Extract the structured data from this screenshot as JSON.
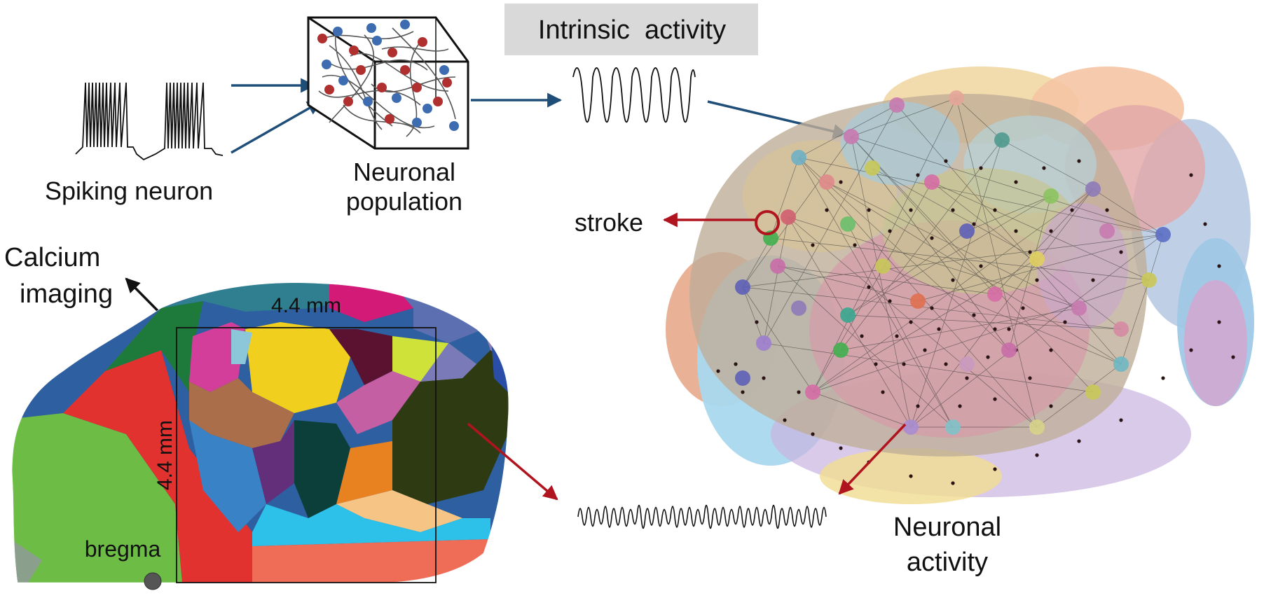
{
  "labels": {
    "spiking_neuron": "Spiking neuron",
    "neuronal_population_line1": "Neuronal",
    "neuronal_population_line2": "population",
    "intrinsic_activity": "Intrinsic  activity",
    "stroke": "stroke",
    "calcium_imaging_line1": "Calcium",
    "calcium_imaging_line2": "imaging",
    "width_measure": "4.4 mm",
    "height_measure": "4.4 mm",
    "bregma": "bregma",
    "neuronal_activity_line1": "Neuronal",
    "neuronal_activity_line2": "activity"
  },
  "colors": {
    "blue_arrow": "#1f4e79",
    "red_arrow": "#b0141e",
    "intrinsic_box": "#d9d9d9",
    "neuron_red": "#b03030",
    "neuron_blue": "#3d6cb0"
  }
}
